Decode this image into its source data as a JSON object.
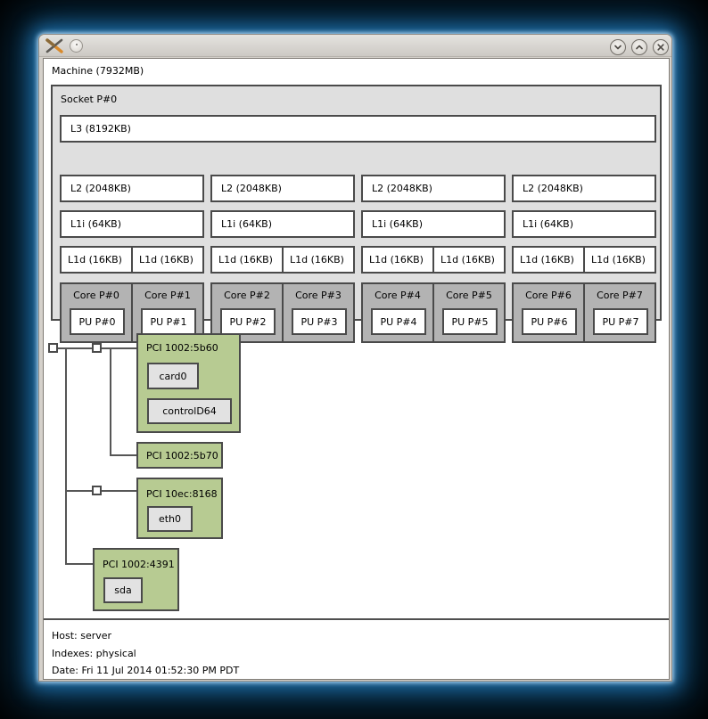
{
  "window": {
    "app_icon_name": "lstopo-cross-icon",
    "controls": [
      {
        "name": "minimize",
        "glyph": "chevron-down"
      },
      {
        "name": "maximize",
        "glyph": "chevron-up"
      },
      {
        "name": "close",
        "glyph": "x-cross"
      }
    ]
  },
  "machine": {
    "label": "Machine (7932MB)"
  },
  "socket": {
    "label": "Socket P#0",
    "l3": "L3 (8192KB)",
    "quadrants": [
      {
        "l2": "L2 (2048KB)",
        "l1i": "L1i (64KB)",
        "l1d": [
          "L1d (16KB)",
          "L1d (16KB)"
        ],
        "cores": [
          {
            "label": "Core P#0",
            "pu": "PU P#0"
          },
          {
            "label": "Core P#1",
            "pu": "PU P#1"
          }
        ]
      },
      {
        "l2": "L2 (2048KB)",
        "l1i": "L1i (64KB)",
        "l1d": [
          "L1d (16KB)",
          "L1d (16KB)"
        ],
        "cores": [
          {
            "label": "Core P#2",
            "pu": "PU P#2"
          },
          {
            "label": "Core P#3",
            "pu": "PU P#3"
          }
        ]
      },
      {
        "l2": "L2 (2048KB)",
        "l1i": "L1i (64KB)",
        "l1d": [
          "L1d (16KB)",
          "L1d (16KB)"
        ],
        "cores": [
          {
            "label": "Core P#4",
            "pu": "PU P#4"
          },
          {
            "label": "Core P#5",
            "pu": "PU P#5"
          }
        ]
      },
      {
        "l2": "L2 (2048KB)",
        "l1i": "L1i (64KB)",
        "l1d": [
          "L1d (16KB)",
          "L1d (16KB)"
        ],
        "cores": [
          {
            "label": "Core P#6",
            "pu": "PU P#6"
          },
          {
            "label": "Core P#7",
            "pu": "PU P#7"
          }
        ]
      }
    ]
  },
  "pci": {
    "devices": [
      {
        "label": "PCI 1002:5b60",
        "children": [
          "card0",
          "controlD64"
        ]
      },
      {
        "label": "PCI 1002:5b70",
        "children": []
      },
      {
        "label": "PCI 10ec:8168",
        "children": [
          "eth0"
        ]
      },
      {
        "label": "PCI 1002:4391",
        "children": [
          "sda"
        ]
      }
    ]
  },
  "legend": {
    "host": "Host: server",
    "indexes": "Indexes: physical",
    "date": "Date: Fri 11 Jul 2014 01:52:30 PM PDT"
  },
  "colors": {
    "pci_green": "#b7cb92",
    "socket_gray": "#dfdfdf",
    "core_gray": "#b3b3b3",
    "device_gray": "#e2e2e2",
    "box_border": "#4a4a4a",
    "glow_blue": "#1f6ea8"
  }
}
